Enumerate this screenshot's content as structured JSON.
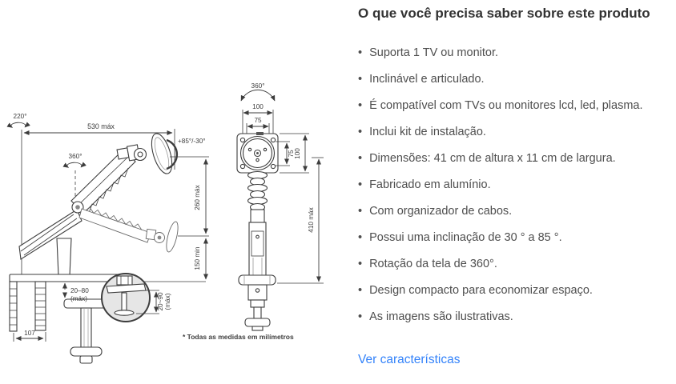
{
  "section": {
    "title": "O que você precisa saber sobre este produto",
    "bullets": [
      "Suporta 1 TV ou monitor.",
      "Inclinável e articulado.",
      "É compatível com TVs ou monitores lcd, led, plasma.",
      "Inclui kit de instalação.",
      "Dimensões: 41 cm de altura x 11 cm de largura.",
      "Fabricado em alumínio.",
      "Com organizador de cabos.",
      "Possui uma inclinação de 30 ° a 85 °.",
      "Rotação da tela de 360°.",
      "Design compacto para economizar espaço.",
      "As imagens são ilustrativas."
    ],
    "link_label": "Ver características"
  },
  "diagram": {
    "footnote": "* Todas as medidas em milímetros",
    "side_view": {
      "swivel_label": "220°",
      "reach_label": "530 máx",
      "rotation_label": "360°",
      "tilt_label": "+85°/-30°",
      "height_range_label": "260 máx",
      "min_height_label": "150 min",
      "desk_thickness_label_1": "20–80",
      "desk_thickness_label_2": "(máx)",
      "clamp_depth_label": "107",
      "inset_range_label_1": "20~90",
      "inset_range_label_2": "(máx)"
    },
    "front_view": {
      "rotation_label": "360°",
      "vesa_width_outer_label": "100",
      "vesa_width_inner_label": "75",
      "vesa_height_inner_label": "75",
      "vesa_height_outer_label": "100",
      "height_label": "410 máx"
    }
  },
  "colors": {
    "link": "#3483fa",
    "title_text": "#333333",
    "body_text": "#4e4e4e",
    "diagram_line": "#3d3d3d"
  }
}
